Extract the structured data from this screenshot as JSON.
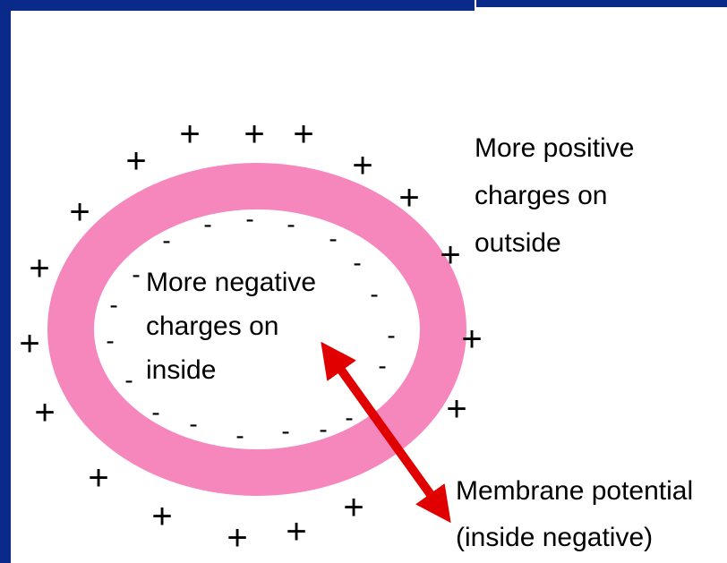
{
  "frame": {
    "border_color": "#0a2a8a"
  },
  "colors": {
    "membrane": "#f587bd",
    "arrow": "#e00000",
    "charge_text": "#000000"
  },
  "symbols": {
    "positive": "+",
    "negative": "-"
  },
  "labels": {
    "outside_line1": "More positive",
    "outside_line2": "charges on",
    "outside_line3": "outside",
    "inside_line1": "More negative",
    "inside_line2": "charges on",
    "inside_line3": "inside",
    "potential_line1": "Membrane potential",
    "potential_line2": "(inside negative)"
  }
}
